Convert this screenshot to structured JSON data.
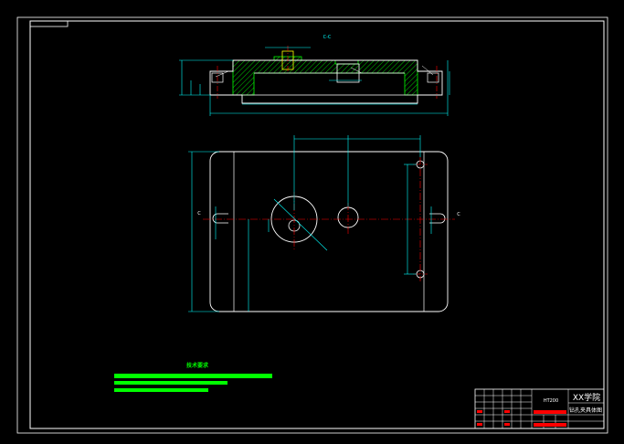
{
  "drawing": {
    "section_label": "C-C",
    "side_mark_left": "C",
    "side_mark_right": "C",
    "tech_requirements_title": "技术要求",
    "tech_requirements_lines": [
      "",
      "",
      ""
    ],
    "title_block": {
      "material": "HT200",
      "school": "XX学院",
      "part_name": "钻孔夹具体图"
    },
    "colors": {
      "background": "#000000",
      "outline": "#ffffff",
      "dimension": "#00ffff",
      "centerline": "#ff0000",
      "hatch": "#00ff00",
      "dim_alt": "#ffff00",
      "note": "#00ff00",
      "title_red": "#ff0000"
    }
  }
}
